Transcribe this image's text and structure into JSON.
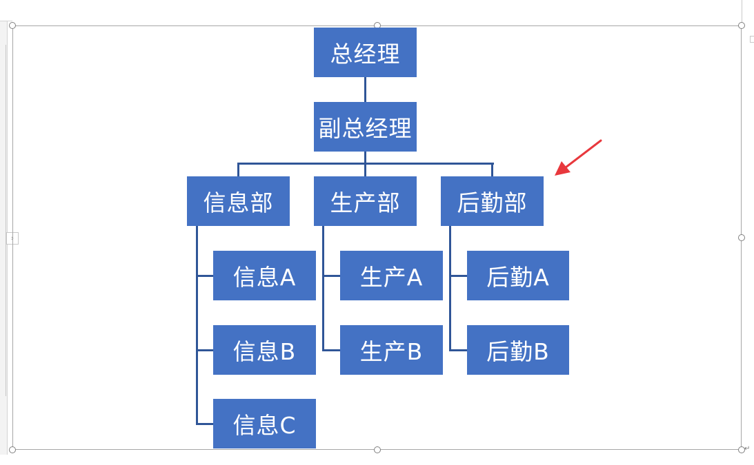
{
  "org_chart": {
    "top": {
      "label": "总经理"
    },
    "deputy": {
      "label": "副总经理"
    },
    "departments": [
      {
        "label": "信息部",
        "members": [
          "信息A",
          "信息B",
          "信息C"
        ]
      },
      {
        "label": "生产部",
        "members": [
          "生产A",
          "生产B"
        ]
      },
      {
        "label": "后勤部",
        "members": [
          "后勤A",
          "后勤B"
        ]
      }
    ]
  },
  "colors": {
    "node_fill": "#4472c4",
    "connector": "#2f5597",
    "annotation_arrow": "#e8383d"
  },
  "ui": {
    "collapse_glyph": "›",
    "paragraph_mark": "↵"
  }
}
